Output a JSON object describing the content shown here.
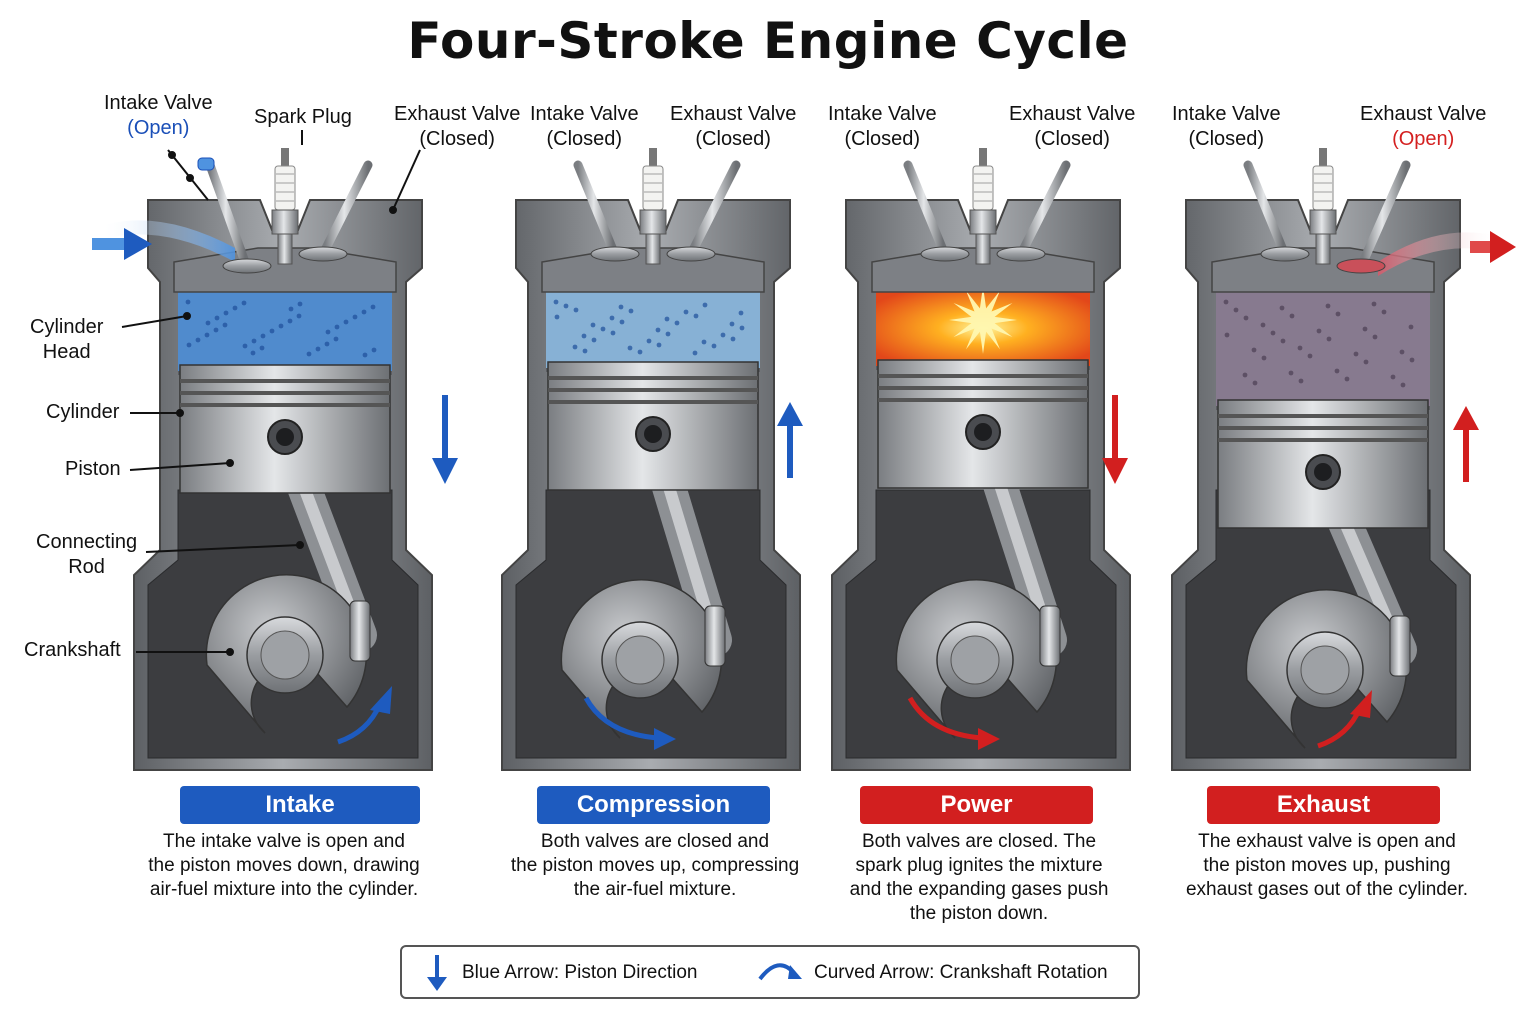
{
  "title": "Four-Stroke Engine Cycle",
  "part_labels": {
    "cylinder_head": [
      "Cylinder",
      "Head"
    ],
    "cylinder": "Cylinder",
    "piston": "Piston",
    "connecting_rod": [
      "Connecting",
      "Rod"
    ],
    "crankshaft": "Crankshaft",
    "spark_plug": "Spark Plug"
  },
  "strokes": [
    {
      "name": "Intake",
      "intake_valve": {
        "label": "Intake Valve",
        "state": "(Open)"
      },
      "exhaust_valve": {
        "label": "Exhaust Valve",
        "state": "(Closed)"
      },
      "description": [
        "The intake valve is open and",
        "the piston moves down, drawing",
        "air-fuel mixture into the cylinder."
      ]
    },
    {
      "name": "Compression",
      "intake_valve": {
        "label": "Intake Valve",
        "state": "(Closed)"
      },
      "exhaust_valve": {
        "label": "Exhaust Valve",
        "state": "(Closed)"
      },
      "description": [
        "Both valves are closed and",
        "the piston moves up, compressing",
        "the air-fuel mixture."
      ]
    },
    {
      "name": "Power",
      "intake_valve": {
        "label": "Intake Valve",
        "state": "(Closed)"
      },
      "exhaust_valve": {
        "label": "Exhaust Valve",
        "state": "(Closed)"
      },
      "description": [
        "Both valves are closed. The",
        "spark plug ignites the mixture",
        "and the expanding gases push",
        "the piston down."
      ]
    },
    {
      "name": "Exhaust",
      "intake_valve": {
        "label": "Intake Valve",
        "state": "(Closed)"
      },
      "exhaust_valve": {
        "label": "Exhaust Valve",
        "state": "(Open)"
      },
      "description": [
        "The exhaust valve is open and",
        "the piston moves up, pushing",
        "exhaust gases out of the cylinder."
      ]
    }
  ],
  "legend": {
    "piston_direction": "Blue Arrow: Piston Direction",
    "crankshaft_rotation": "Curved Arrow: Crankshaft Rotation"
  },
  "colors": {
    "blue": "#1e5bbf",
    "red": "#d21f1f",
    "intake_charge": "#4f93e0",
    "compression_charge": "#8fc0ea",
    "combustion": "#ff7a1a",
    "exhaust_gas": "#8f7f98",
    "metal": "#8a8d91",
    "crankcase": "#3c3d40"
  },
  "icons": [
    "straight-arrow-icon",
    "curved-arrow-icon",
    "spark-burst-icon"
  ]
}
